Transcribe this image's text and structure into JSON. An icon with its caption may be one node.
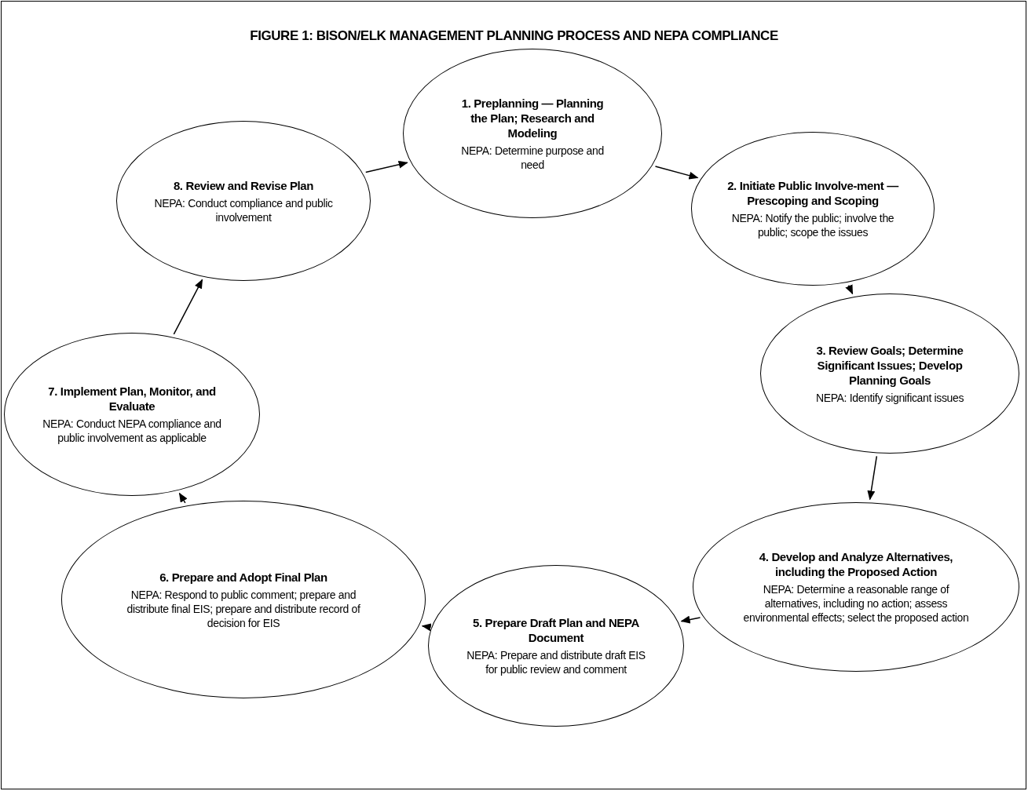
{
  "diagram": {
    "title": "FIGURE 1: BISON/ELK MANAGEMENT PLANNING PROCESS AND NEPA COMPLIANCE",
    "nodes": [
      {
        "text": [
          "1. Preplanning — Planning the Plan; Research and Modeling",
          "NEPA: Determine purpose and need"
        ]
      },
      {
        "text": [
          "2. Initiate Public Involve-ment — Prescoping and Scoping",
          "NEPA: Notify the public; involve the public; scope the issues"
        ]
      },
      {
        "text": [
          "3. Review Goals; Determine Significant Issues; Develop Planning Goals",
          "NEPA: Identify significant issues"
        ]
      },
      {
        "text": [
          "4. Develop and Analyze Alternatives, including the Proposed Action",
          "NEPA: Determine a reasonable range of alternatives, including no action; assess environmental effects; select the proposed action"
        ]
      },
      {
        "text": [
          "5. Prepare Draft Plan and NEPA Document",
          "NEPA: Prepare and distribute draft EIS for public review and comment"
        ]
      },
      {
        "text": [
          "6. Prepare and Adopt Final Plan",
          "NEPA: Respond to public comment; prepare and distribute final EIS; prepare and distribute record of decision for EIS"
        ]
      },
      {
        "text": [
          "7. Implement Plan, Monitor, and Evaluate",
          "NEPA: Conduct NEPA compliance and public involvement as applicable"
        ]
      },
      {
        "text": [
          "8. Review and Revise Plan",
          "NEPA: Conduct compliance and public involvement"
        ]
      }
    ],
    "edges": [
      {
        "from": 7,
        "to": 0,
        "arrow": "to"
      },
      {
        "from": 0,
        "to": 1,
        "arrow": "to"
      },
      {
        "from": 1,
        "to": 2,
        "arrow": "to"
      },
      {
        "from": 2,
        "to": 3,
        "arrow": "to"
      },
      {
        "from": 3,
        "to": 4,
        "arrow": "to"
      },
      {
        "from": 4,
        "to": 5,
        "arrow": "to"
      },
      {
        "from": 5,
        "to": 6,
        "arrow": "to"
      },
      {
        "from": 6,
        "to": 7,
        "arrow": "to"
      }
    ]
  }
}
